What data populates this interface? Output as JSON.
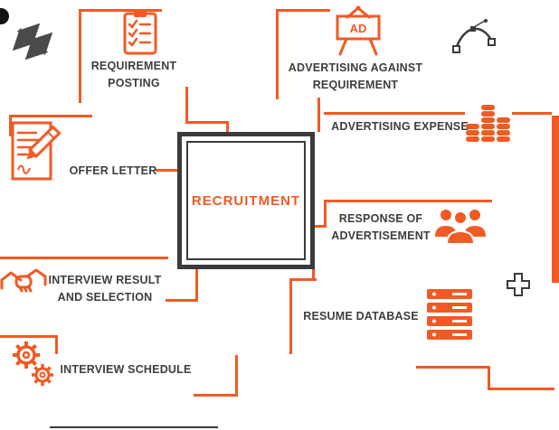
{
  "colors": {
    "accent": "#F15A24",
    "dark": "#3B3B3B",
    "text": "#3E3E3E"
  },
  "center": {
    "label": "RECRUITMENT"
  },
  "nodes": [
    {
      "label": "REQUIREMENT POSTING",
      "icon": "clipboard-checklist-icon"
    },
    {
      "label": "OFFER LETTER",
      "icon": "document-pen-icon"
    },
    {
      "label": "INTERVIEW RESULT AND SELECTION",
      "icon": "handshake-icon"
    },
    {
      "label": "INTERVIEW SCHEDULE",
      "icon": "gears-icon"
    },
    {
      "label": "ADVERTISING AGAINST REQUIREMENT",
      "icon": "billboard-ad-icon",
      "icon_text": "AD"
    },
    {
      "label": "ADVERTISING EXPENSE",
      "icon": "coin-stacks-icon"
    },
    {
      "label": "RESPONSE OF ADVERTISEMENT",
      "icon": "audience-icon"
    },
    {
      "label": "RESUME DATABASE",
      "icon": "server-rack-icon"
    }
  ],
  "decorations": [
    {
      "icon": "crossed-arrows-icon"
    },
    {
      "icon": "pen-tool-icon"
    },
    {
      "icon": "plus-icon"
    }
  ]
}
